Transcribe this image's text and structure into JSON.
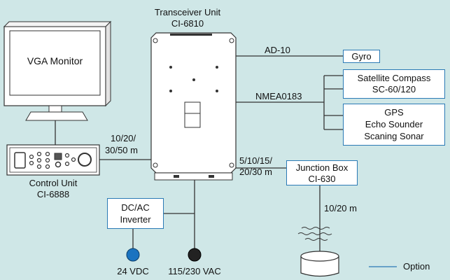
{
  "colors": {
    "background": "#cfe7e7",
    "option_line": "#2a7ab5",
    "line": "#333333",
    "power_24vdc": "#1a73c0",
    "power_ac": "#222222"
  },
  "transceiver": {
    "title": "Transceiver Unit",
    "model": "CI-6810"
  },
  "monitor": {
    "label": "VGA Monitor"
  },
  "control_unit": {
    "title": "Control Unit",
    "model": "CI-6888"
  },
  "cable_control": {
    "line1": "10/20/",
    "line2": "30/50 m"
  },
  "cable_junction": {
    "line1": "5/10/15/",
    "line2": "20/30 m"
  },
  "cable_transducer": {
    "label": "10/20 m"
  },
  "gyro_link": {
    "label": "AD-10"
  },
  "gyro": {
    "label": "Gyro"
  },
  "nmea_link": {
    "label": "NMEA0183"
  },
  "satellite_compass": {
    "line1": "Satellite Compass",
    "line2": "SC-60/120"
  },
  "gps_group": {
    "line1": "GPS",
    "line2": "Echo Sounder",
    "line3": "Scaning Sonar"
  },
  "junction_box": {
    "line1": "Junction Box",
    "line2": "CI-630"
  },
  "inverter": {
    "line1": "DC/AC",
    "line2": "Inverter"
  },
  "power_dc": {
    "label": "24 VDC"
  },
  "power_ac": {
    "label": "115/230 VAC"
  },
  "legend": {
    "label": "Option"
  }
}
